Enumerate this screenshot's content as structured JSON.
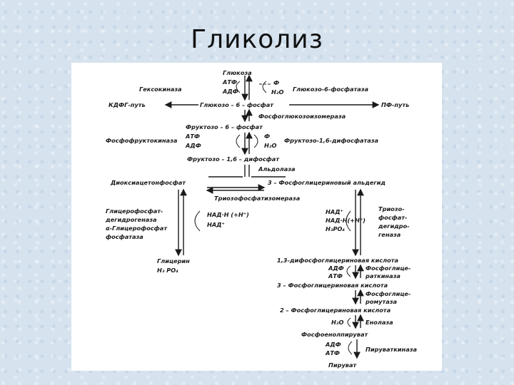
{
  "slide": {
    "title": "Гликолиз"
  },
  "diagram": {
    "labels": {
      "glucose": "Глюкоза",
      "atp1": "АТФ",
      "adp1": "АДФ",
      "p1": "Ф",
      "h2o1": "Н₂О",
      "hexokinase": "Гексокиназа",
      "g6phosphatase": "Глюкозо-6-фосфатаза",
      "kdfg": "КДФГ-путь",
      "g6p": "Глюкозо – 6 – фосфат",
      "pp_path": "ПФ-путь",
      "isomerase": "Фосфоглюкозоизомераза",
      "f6p": "Фруктозо – 6 – фосфат",
      "atp2": "АТФ",
      "adp2": "АДФ",
      "p2": "Ф",
      "h2o2": "Н₂О",
      "pfk": "Фосфофруктокиназа",
      "fbpase": "Фруктозо-1,6-дифосфатаза",
      "f16bp": "Фруктозо – 1,6 – дифосфат",
      "aldolase": "Альдолаза",
      "dhap": "Диоксиацетонфосфат",
      "g3p": "3 – Фосфоглицериновый альдегид",
      "tpi": "Триозофосфатизомераза",
      "g3pdh1": "Глицерофосфат-",
      "g3pdh2": "дегидрогеназа",
      "glycphos1": "α-Глицерофосфат",
      "glycphos2": "фосфатаза",
      "nadh_left": "НАД·Н (+Н⁺)",
      "nad_left": "НАД⁺",
      "nad_right": "НАД⁺",
      "nadh_right": "НАД·Н(+Н⁺)",
      "h3po4_right": "Н₃РО₄",
      "tdh1": "Триозо-",
      "tdh2": "фосфат-",
      "tdh3": "дегидро-",
      "tdh4": "геназа",
      "glycerol": "Глицерин",
      "h3po4_left": "Н₃ РО₄",
      "bpg13": "1,3-дифосфоглицериновая кислота",
      "adp3": "АДФ",
      "atp3": "АТФ",
      "pgk1": "Фосфоглице-",
      "pgk2": "раткиназа",
      "pg3": "3 – Фосфоглицериновая кислота",
      "pgm1": "Фосфоглице-",
      "pgm2": "ромутаза",
      "pg2": "2 – Фосфоглицериновая кислота",
      "h2o3": "Н₂О",
      "enolase": "Енолаза",
      "pep": "Фосфоенолпируват",
      "adp4": "АДФ",
      "atp4": "АТФ",
      "pyrkinase": "Пируваткиназа",
      "pyruvate": "Пируват"
    }
  }
}
